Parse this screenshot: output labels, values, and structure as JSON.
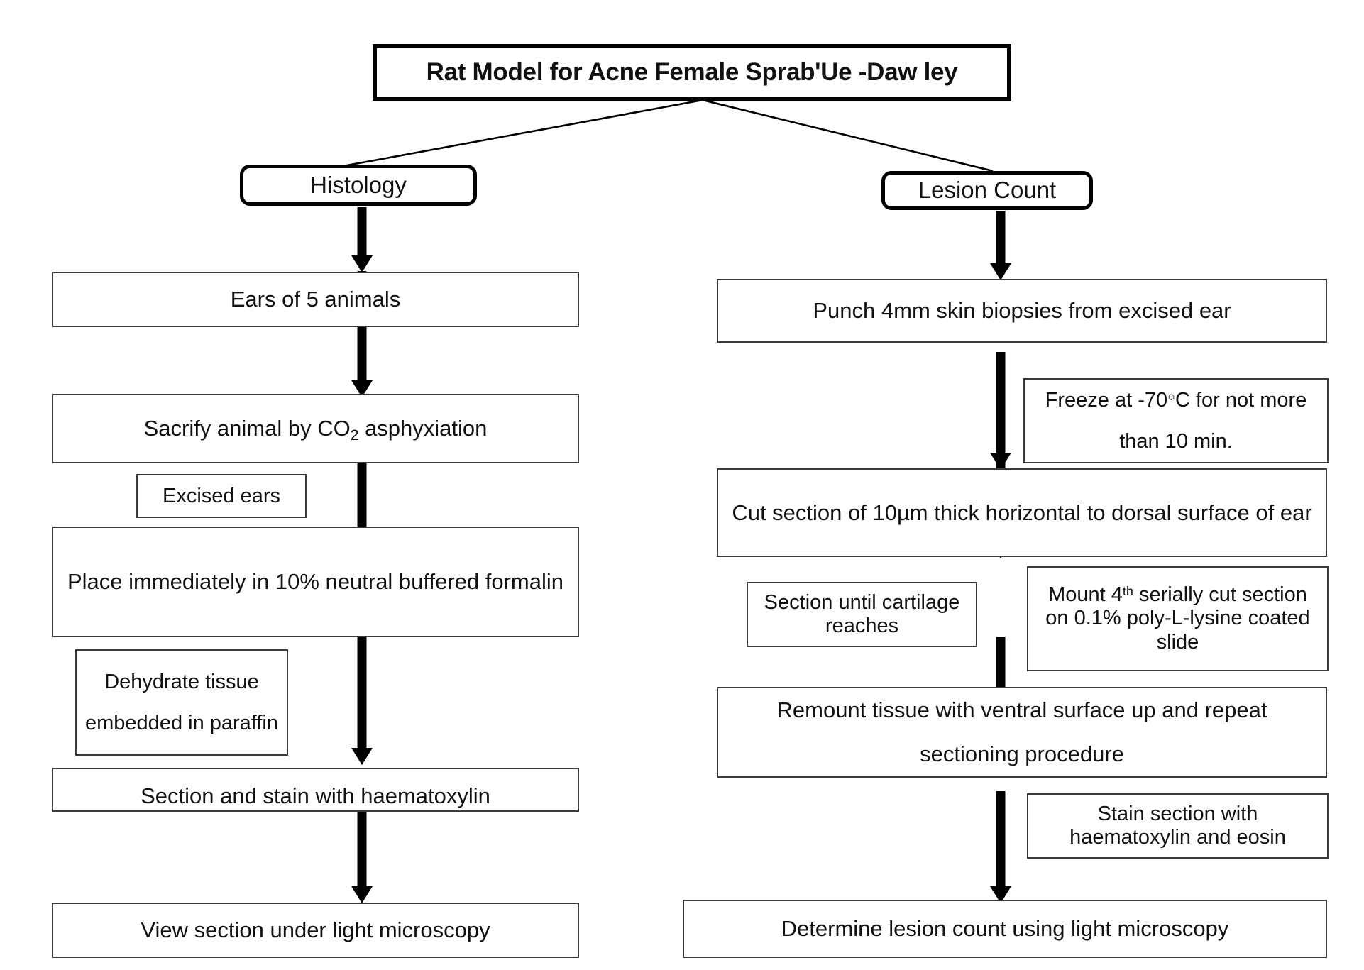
{
  "diagram": {
    "title": "Rat Model for Acne Female Sprab'Ue -Daw ley",
    "branches": {
      "left": "Histology",
      "right": "Lesion Count"
    },
    "left_column": [
      {
        "id": "ears-of-5-animals",
        "text": "Ears of 5 animals"
      },
      {
        "id": "sacrify-animal",
        "text": "Sacrify animal by CO2 asphyxiation",
        "html": "Sacrify animal by CO<sub>2</sub> asphyxiation"
      },
      {
        "id": "place-in-formalin",
        "text": "Place immediately in 10% neutral buffered formalin"
      },
      {
        "id": "section-and-stain",
        "text": "Section and stain with haematoxylin"
      },
      {
        "id": "view-section",
        "text": "View section under light microscopy"
      }
    ],
    "left_side_notes": [
      {
        "id": "excised-ears",
        "text": "Excised ears"
      },
      {
        "id": "dehydrate-tissue",
        "text": "Dehydrate tissue embedded in paraffin"
      }
    ],
    "right_column": [
      {
        "id": "punch-biopsies",
        "text": "Punch 4mm skin biopsies from excised ear"
      },
      {
        "id": "cut-section",
        "text": "Cut section of 10µm thick horizontal to dorsal surface of ear"
      },
      {
        "id": "remount-tissue",
        "text": "Remount tissue with ventral surface up and repeat sectioning procedure"
      },
      {
        "id": "determine-lesion-count",
        "text": "Determine lesion count using light microscopy"
      }
    ],
    "right_side_notes": [
      {
        "id": "freeze-note",
        "text": "Freeze at -70°C for not more than 10 min.",
        "html": "Freeze at -70<span class=\"deg\">○</span>C for not more than 10 min."
      },
      {
        "id": "section-until-cartilage",
        "text": "Section until cartilage reaches"
      },
      {
        "id": "mount-4th-section",
        "text": "Mount 4th serially cut section on 0.1% poly-L-lysine coated slide",
        "html": "Mount 4<sup>th</sup> serially cut section on 0.1% poly-L-lysine coated slide"
      },
      {
        "id": "stain-haematoxylin-eosin",
        "text": "Stain section with haematoxylin and eosin"
      }
    ],
    "colors": {
      "stroke": "#000000",
      "thin_stroke": "#3a3a3a",
      "background": "#ffffff",
      "text": "#111111"
    }
  }
}
